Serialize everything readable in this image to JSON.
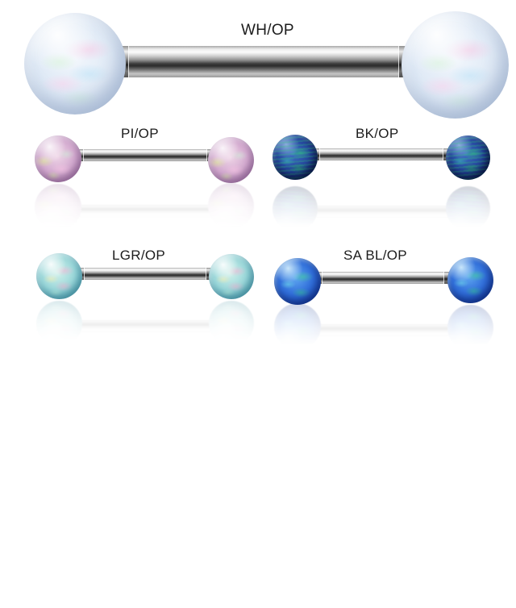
{
  "image": {
    "background_color": "#ffffff",
    "shaft_color": "#9a9a9a",
    "label_text_color": "#1c1c1c"
  },
  "products": [
    {
      "label": "WH/OP",
      "variant": "white-opal",
      "ball_base_color": "#dfe9f5",
      "accent_colors": [
        "#f8c4e2",
        "#c6f0c6",
        "#b8e2f8"
      ]
    },
    {
      "label": "PI/OP",
      "variant": "pink-opal",
      "ball_base_color": "#d4abd0",
      "accent_colors": [
        "#deee96",
        "#f6c4e4",
        "#cdf0d7"
      ]
    },
    {
      "label": "BK/OP",
      "variant": "black-opal",
      "ball_base_color": "#26489e",
      "accent_colors": [
        "#30c680",
        "#40d6c4",
        "#0a1a4a"
      ]
    },
    {
      "label": "LGR/OP",
      "variant": "light-green-opal",
      "ball_base_color": "#9cd8da",
      "accent_colors": [
        "#f7b2d4",
        "#faf0af",
        "#bef0dc"
      ]
    },
    {
      "label": "SA BL/OP",
      "variant": "sapphire-blue-opal",
      "ball_base_color": "#3270da",
      "accent_colors": [
        "#40d496",
        "#78e6eb",
        "#0f3288"
      ]
    }
  ]
}
